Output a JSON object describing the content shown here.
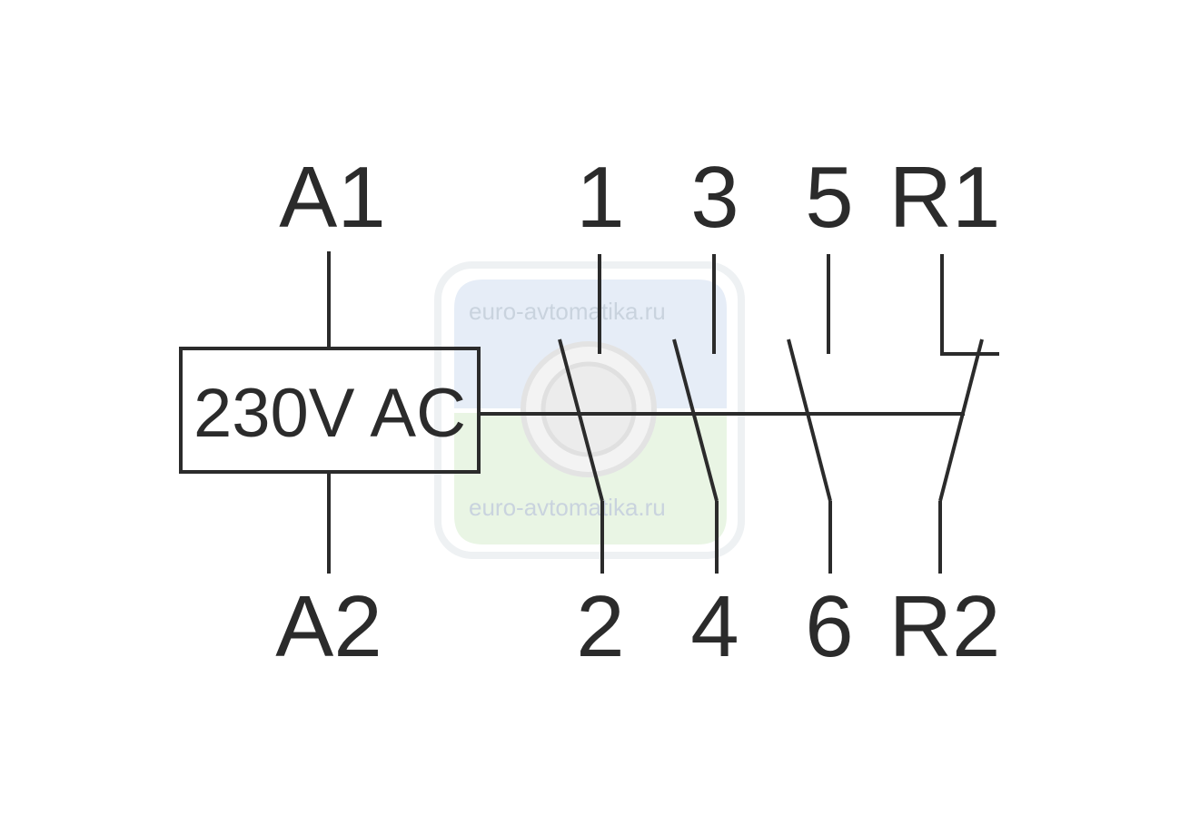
{
  "watermark": {
    "top_text": "euro-avtomatika.ru",
    "bottom_text": "euro-avtomatika.ru",
    "top_color": "#e6edf7",
    "bottom_color": "#e9f5e4"
  },
  "coil": {
    "label": "230V AC",
    "terminal_top": "A1",
    "terminal_bottom": "A2"
  },
  "contacts": [
    {
      "top": "1",
      "bottom": "2",
      "type": "NO"
    },
    {
      "top": "3",
      "bottom": "4",
      "type": "NO"
    },
    {
      "top": "5",
      "bottom": "6",
      "type": "NO"
    },
    {
      "top": "R1",
      "bottom": "R2",
      "type": "NC"
    }
  ],
  "colors": {
    "line": "#2b2b2b",
    "background": "#ffffff"
  }
}
